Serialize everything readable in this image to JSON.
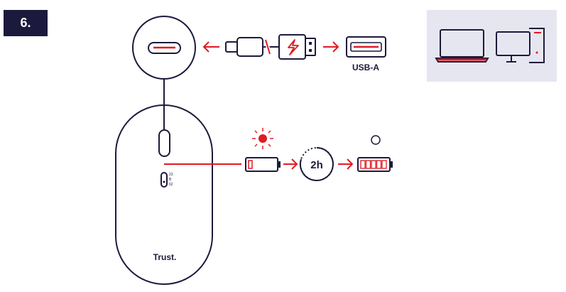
{
  "step": {
    "number": "6."
  },
  "labels": {
    "usb_a": "USB-A",
    "charge_time": "2h",
    "brand": "Trust."
  },
  "mouse_switch_marks": [
    "23",
    "B",
    "62"
  ],
  "colors": {
    "ink": "#1c1a3c",
    "accent": "#e01b24",
    "panel": "#e6e6f0",
    "badge_bg": "#1c1a3c"
  },
  "icons": [
    "usb-c-port-icon",
    "usb-c-plug-icon",
    "usb-a-plug-icon",
    "usb-a-port-icon",
    "laptop-icon",
    "desktop-icon",
    "red-led-on-icon",
    "led-off-icon",
    "battery-low-icon",
    "battery-full-icon",
    "timer-icon",
    "mouse-icon"
  ]
}
